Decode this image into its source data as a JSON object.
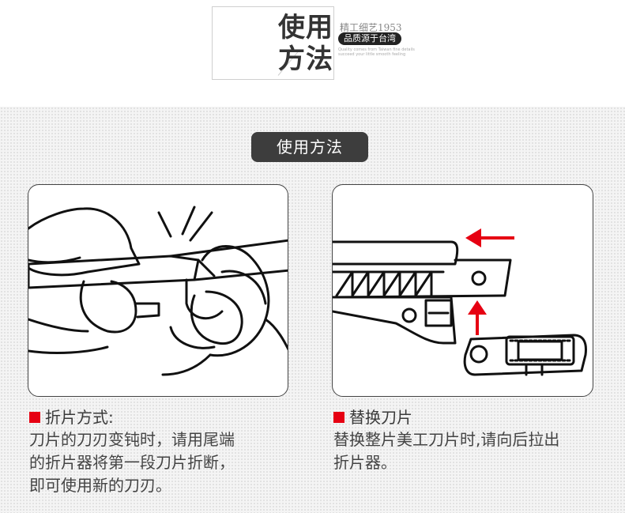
{
  "header": {
    "title_line1": "使用",
    "title_line2": "方法",
    "brand": "精工细艺1953",
    "tagline": "品质源于台湾",
    "subtitle_en": "Quality comes from Taiwan fine details succeed your little smooth feeling"
  },
  "section": {
    "label": "使用方法"
  },
  "steps": [
    {
      "heading": "折片方式:",
      "lines": [
        "刀片的刀刃变钝时，请用尾端",
        "的折片器将第一段刀片折断，",
        "即可使用新的刀刃。"
      ]
    },
    {
      "heading": "替换刀片",
      "lines": [
        "替换整片美工刀片时,请向后拉出",
        "折片器。"
      ]
    }
  ],
  "colors": {
    "accent_red": "#e60012",
    "pill_dark": "#3d3d3d",
    "text": "#444444"
  }
}
